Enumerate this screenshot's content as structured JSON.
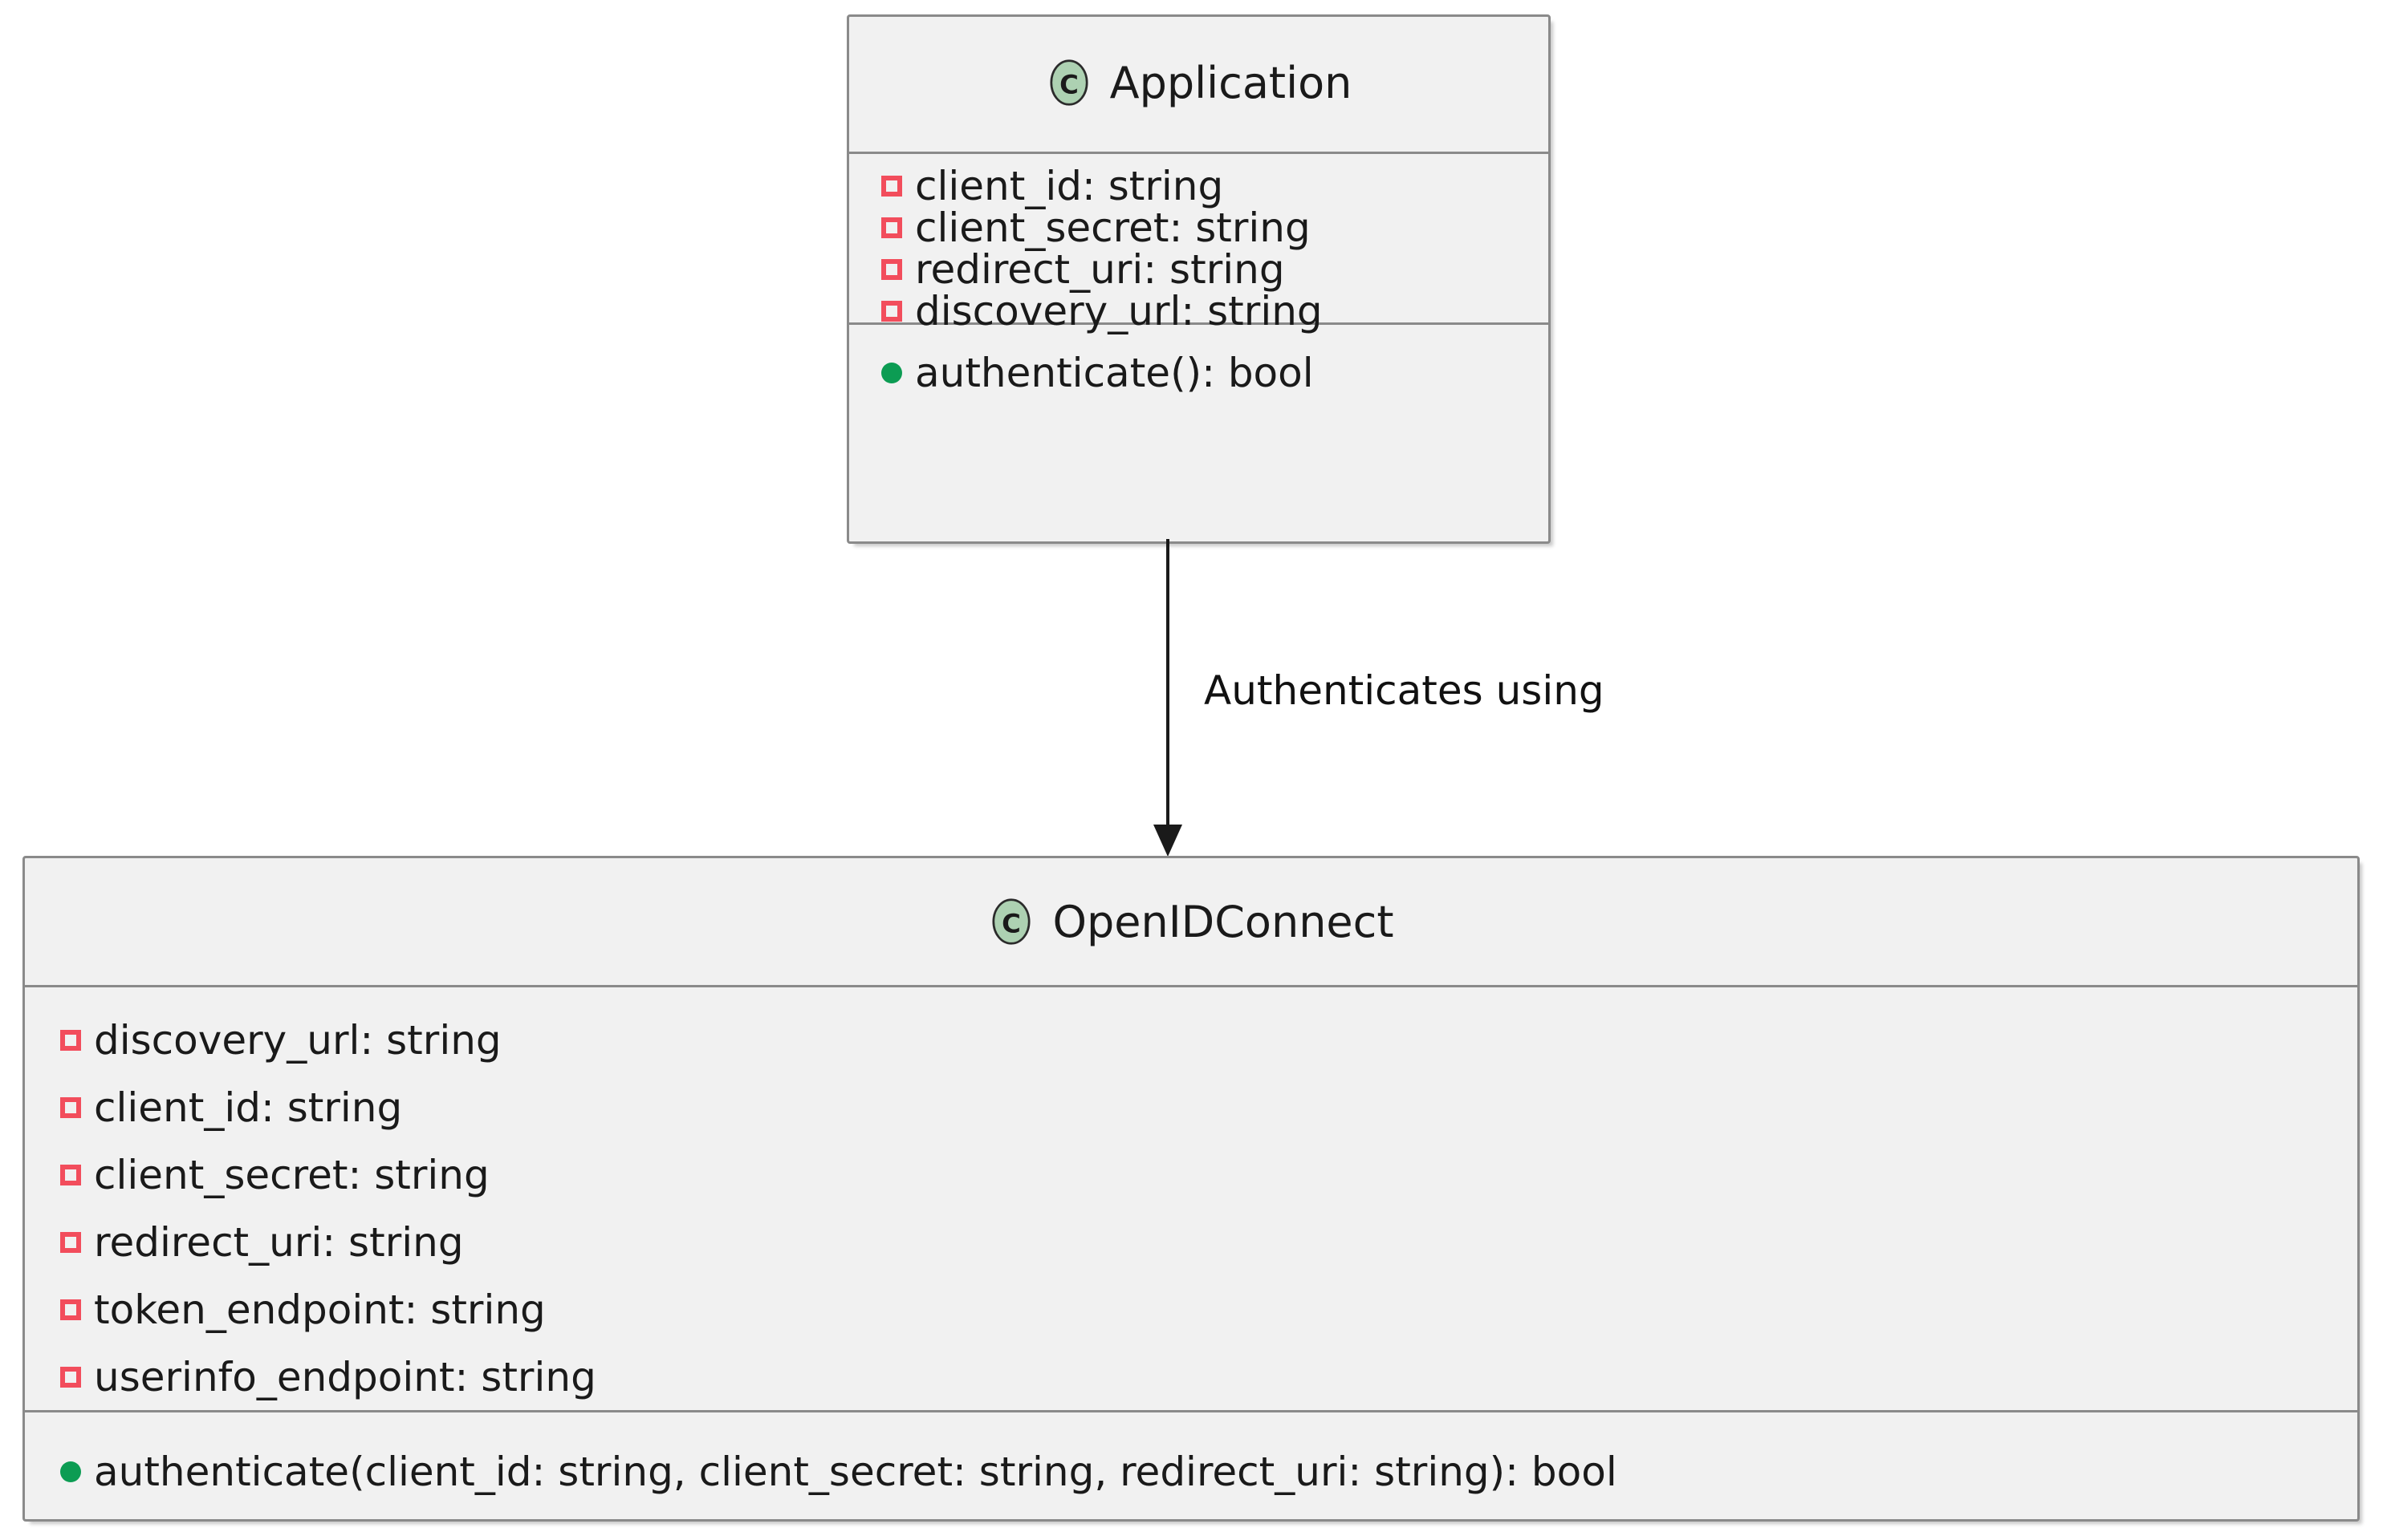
{
  "diagram": {
    "type": "uml-class-diagram",
    "background": "#ffffff",
    "colors": {
      "box_fill": "#f1f1f1",
      "box_border": "#8a8a8a",
      "class_icon_fill": "#ADD1B2",
      "private_field_icon": "#F24D5C",
      "public_method_icon": "#0C9C53",
      "text": "#1a1a1a",
      "arrow": "#1a1a1a"
    },
    "classes": [
      {
        "id": "application",
        "stereotype_letter": "C",
        "name": "Application",
        "attributes": [
          {
            "visibility": "private",
            "text": "client_id: string"
          },
          {
            "visibility": "private",
            "text": "client_secret: string"
          },
          {
            "visibility": "private",
            "text": "redirect_uri: string"
          },
          {
            "visibility": "private",
            "text": "discovery_url: string"
          }
        ],
        "methods": [
          {
            "visibility": "public",
            "text": "authenticate(): bool"
          }
        ]
      },
      {
        "id": "openidconnect",
        "stereotype_letter": "C",
        "name": "OpenIDConnect",
        "attributes": [
          {
            "visibility": "private",
            "text": "discovery_url: string"
          },
          {
            "visibility": "private",
            "text": "client_id: string"
          },
          {
            "visibility": "private",
            "text": "client_secret: string"
          },
          {
            "visibility": "private",
            "text": "redirect_uri: string"
          },
          {
            "visibility": "private",
            "text": "token_endpoint: string"
          },
          {
            "visibility": "private",
            "text": "userinfo_endpoint: string"
          }
        ],
        "methods": [
          {
            "visibility": "public",
            "text": "authenticate(client_id: string, client_secret: string, redirect_uri: string): bool"
          }
        ]
      }
    ],
    "relationships": [
      {
        "id": "authenticates-using",
        "from": "application",
        "to": "openidconnect",
        "label": "Authenticates using",
        "line_style": "solid",
        "arrow_head": "filled-triangle"
      }
    ]
  }
}
